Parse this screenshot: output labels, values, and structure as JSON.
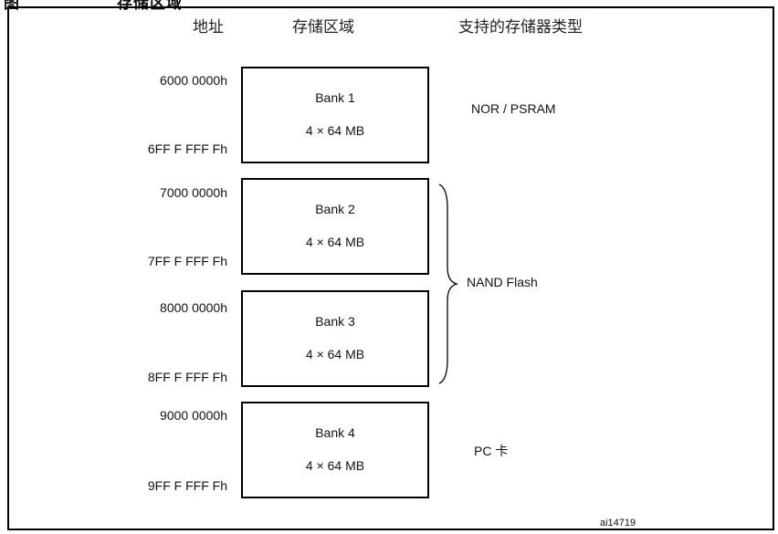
{
  "caption": {
    "prefix": "图",
    "title": "存储区域"
  },
  "headers": {
    "address": "地址",
    "region": "存储区域",
    "types": "支持的存储器类型"
  },
  "banks": [
    {
      "name": "Bank 1",
      "size": "4 × 64 MB",
      "start": "6000 0000h",
      "end": "6FF F FFF Fh"
    },
    {
      "name": "Bank 2",
      "size": "4 × 64 MB",
      "start": "7000 0000h",
      "end": "7FF F FFF Fh"
    },
    {
      "name": "Bank 3",
      "size": "4 × 64 MB",
      "start": "8000 0000h",
      "end": "8FF F FFF Fh"
    },
    {
      "name": "Bank 4",
      "size": "4 × 64 MB",
      "start": "9000 0000h",
      "end": "9FF F FFF Fh"
    }
  ],
  "memory_types": {
    "bank1": "NOR / PSRAM",
    "bank23": "NAND Flash",
    "bank4": "PC 卡"
  },
  "figure_ref": "ai14719"
}
